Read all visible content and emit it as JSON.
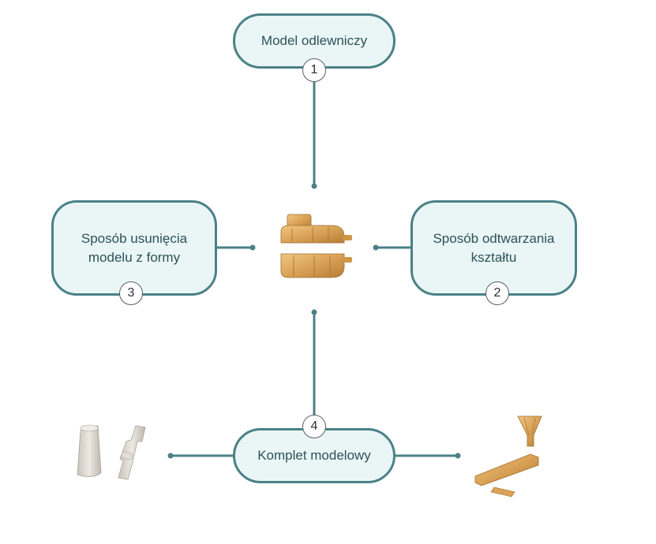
{
  "nodes": {
    "model": {
      "label": "Model odlewniczy",
      "number": "1"
    },
    "shape": {
      "label": "Sposób odtwarzania kształtu",
      "number": "2"
    },
    "removal": {
      "label": "Sposób usunięcia modelu z formy",
      "number": "3"
    },
    "set": {
      "label": "Komplet modelowy",
      "number": "4"
    }
  },
  "colors": {
    "connector": "#4a8187",
    "node_fill": "#eaf6f5",
    "node_border": "#4a8187",
    "node_text": "#2b5259",
    "wood": "#d9a257",
    "ceramic": "#dcd8d0"
  },
  "images": {
    "center": "wooden-split-pattern-icon",
    "left": "ceramic-core-pieces-icon",
    "right": "wooden-pattern-set-icon"
  }
}
